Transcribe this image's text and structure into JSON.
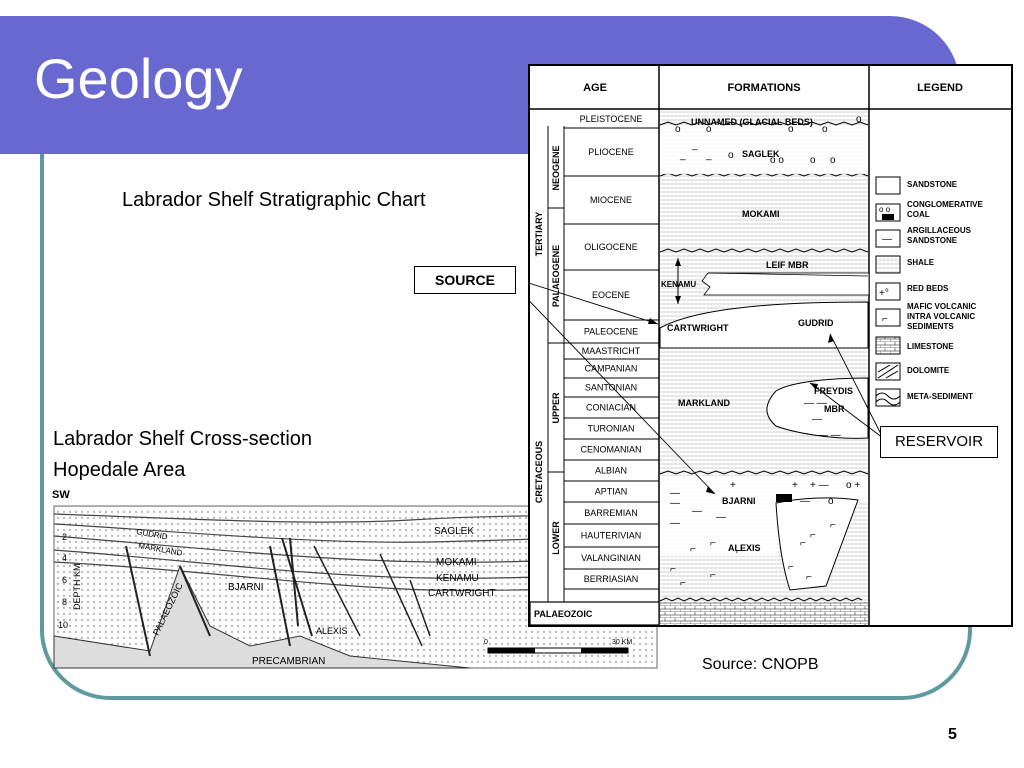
{
  "slide": {
    "title": "Geology",
    "subtitle_chart": "Labrador Shelf Stratigraphic Chart",
    "subtitle_section_line1": "Labrador Shelf Cross-section",
    "subtitle_section_line2": "Hopedale Area",
    "source_note": "Source: CNOPB",
    "page_number": "5",
    "colors": {
      "header": "#6868d0",
      "frame": "#5f9aa0"
    }
  },
  "strat_chart": {
    "headers": {
      "age": "AGE",
      "formations": "FORMATIONS",
      "legend": "LEGEND"
    },
    "periods": [
      "TERTIARY",
      "CRETACEOUS"
    ],
    "subperiods": [
      "NEOGENE",
      "PALAEOGENE",
      "UPPER",
      "LOWER"
    ],
    "epochs": [
      "PLEISTOCENE",
      "PLIOCENE",
      "MIOCENE",
      "OLIGOCENE",
      "EOCENE",
      "PALEOCENE",
      "MAASTRICHT",
      "CAMPANIAN",
      "SANTONIAN",
      "CONIACIAN",
      "TURONIAN",
      "CENOMANIAN",
      "ALBIAN",
      "APTIAN",
      "BARREMIAN",
      "HAUTERIVIAN",
      "VALANGINIAN",
      "BERRIASIAN"
    ],
    "basement": "PALAEOZOIC",
    "formations": [
      "UNNAMED (GLACIAL BEDS)",
      "SAGLEK",
      "MOKAMI",
      "LEIF MBR",
      "KENAMU",
      "CARTWRIGHT",
      "GUDRID",
      "MARKLAND",
      "FREYDIS",
      "MBR",
      "BJARNI",
      "ALEXIS"
    ],
    "legend": [
      "SANDSTONE",
      "CONGLOMERATIVE COAL",
      "ARGILLACEOUS SANDSTONE",
      "SHALE",
      "RED BEDS",
      "MAFIC VOLCANIC INTRA VOLCANIC SEDIMENTS",
      "LIMESTONE",
      "DOLOMITE",
      "META-SEDIMENT"
    ],
    "legend_lines": [
      [
        "SANDSTONE"
      ],
      [
        "CONGLOMERATIVE",
        "COAL"
      ],
      [
        "ARGILLACEOUS",
        "SANDSTONE"
      ],
      [
        "SHALE"
      ],
      [
        "RED BEDS"
      ],
      [
        "MAFIC  VOLCANIC",
        "INTRA VOLCANIC",
        "SEDIMENTS"
      ],
      [
        "LIMESTONE"
      ],
      [
        "DOLOMITE"
      ],
      [
        "META-SEDIMENT"
      ]
    ],
    "callouts": {
      "source": "SOURCE",
      "reservoir": "RESERVOIR"
    }
  },
  "cross_section": {
    "direction": "SW",
    "depth_label": "DEPTH  KM",
    "depth_ticks": [
      "2",
      "4",
      "6",
      "8",
      "10"
    ],
    "units": [
      "GUDRID",
      "MARKLAND",
      "SAGLEK",
      "MOKAMI",
      "KENAMU",
      "CARTWRIGHT",
      "BJARNI",
      "PALAEOZOIC",
      "ALEXIS",
      "PRECAMBRIAN"
    ],
    "scale": {
      "start": "0",
      "end": "30 KM"
    }
  }
}
